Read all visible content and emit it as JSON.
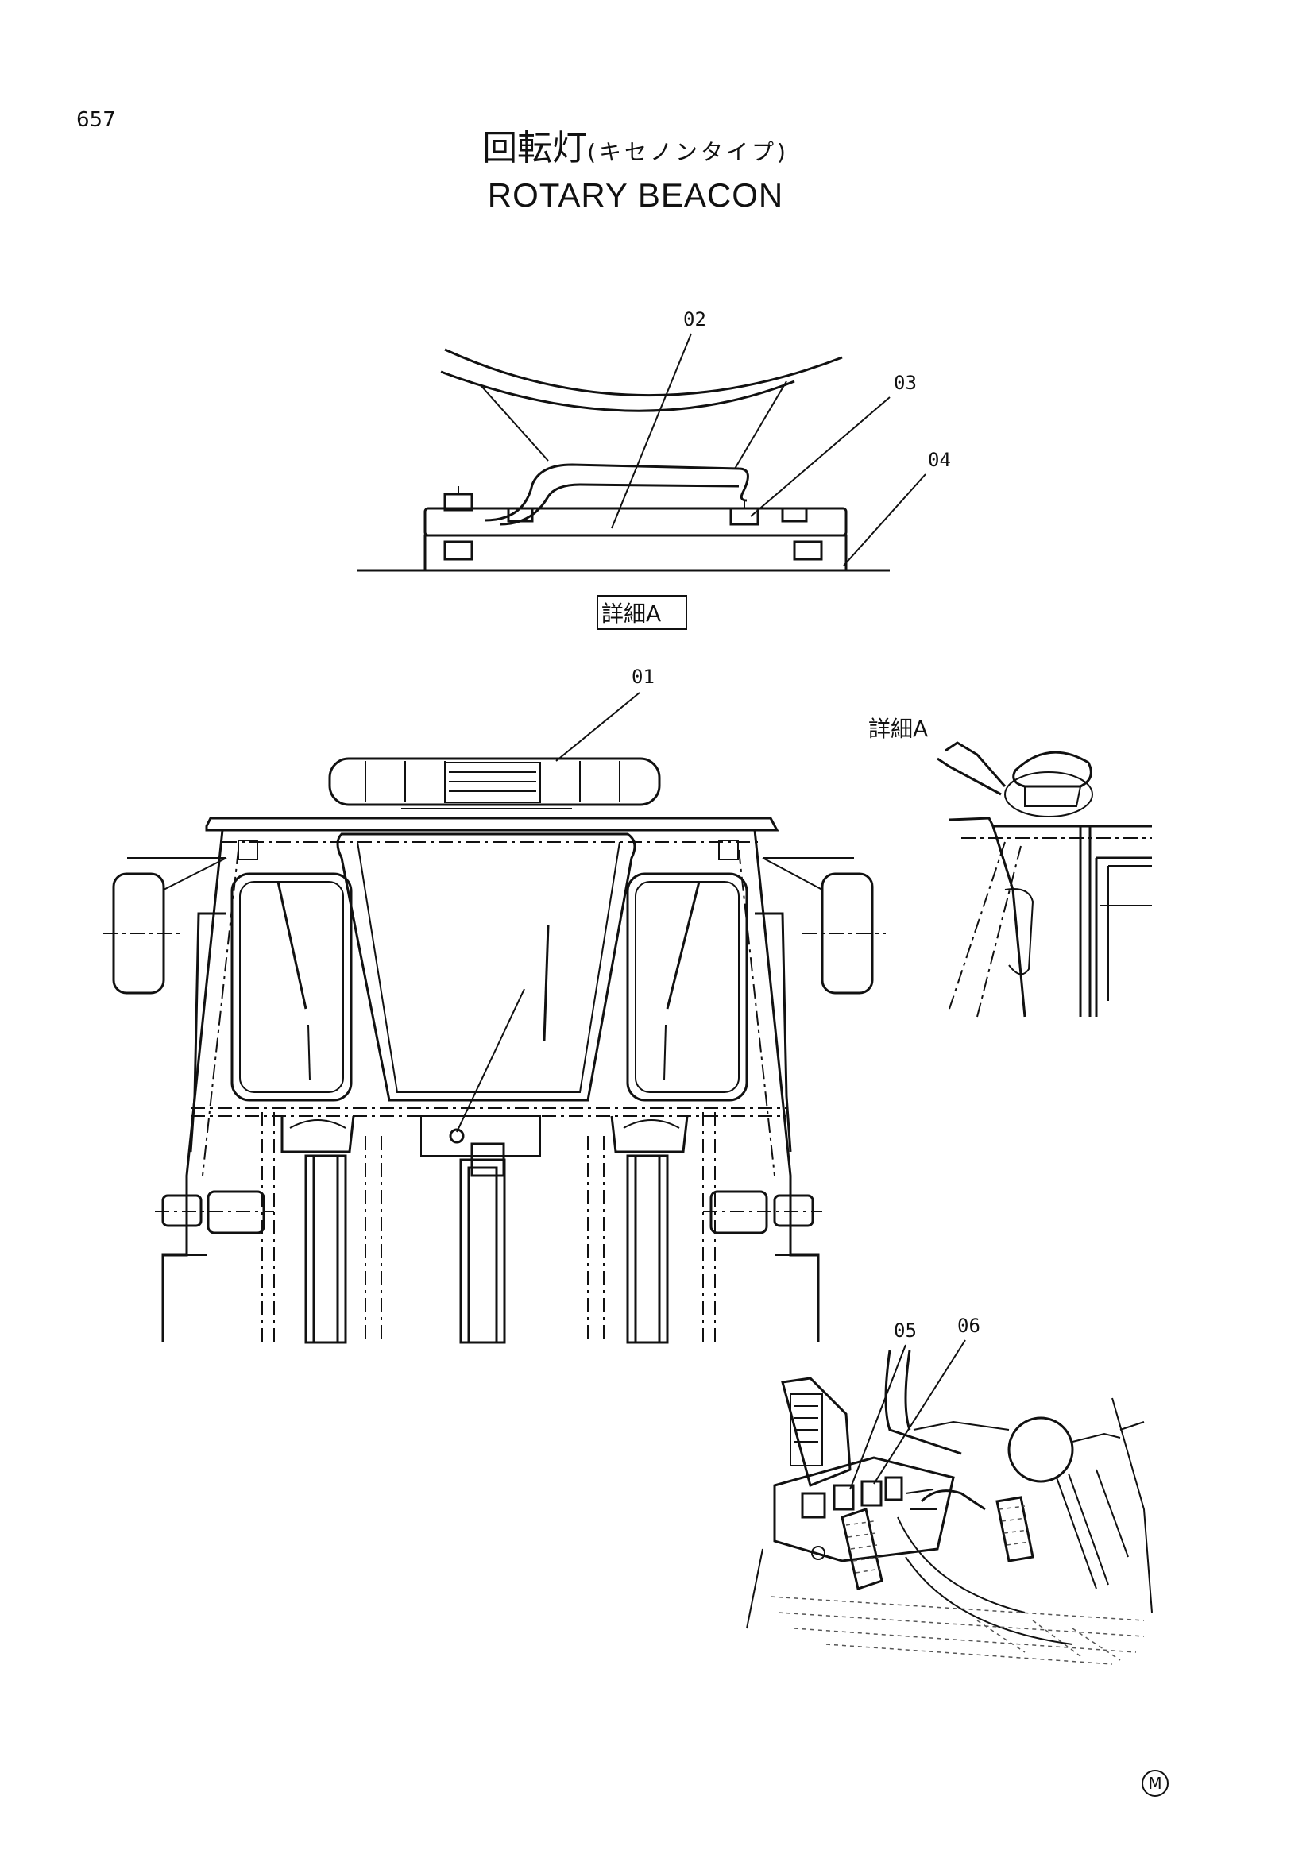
{
  "page": {
    "number": "657",
    "title_ja_main": "回転灯",
    "title_ja_sub": "(キセノンタイプ)",
    "title_en": "ROTARY BEACON",
    "mark": "M"
  },
  "detail": {
    "label_boxed": "詳細A",
    "label_pointer": "詳細A"
  },
  "callouts": [
    {
      "id": "02"
    },
    {
      "id": "03"
    },
    {
      "id": "04"
    },
    {
      "id": "01"
    },
    {
      "id": "05"
    },
    {
      "id": "06"
    }
  ]
}
